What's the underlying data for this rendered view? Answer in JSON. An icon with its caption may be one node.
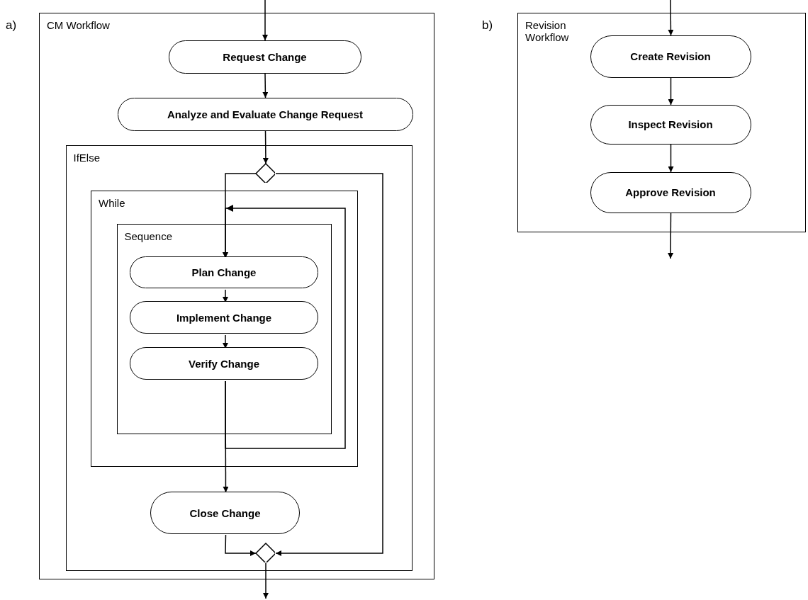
{
  "diagram": {
    "nodes": [
      {
        "text": [
          "CM Workflow"
        ]
      },
      {
        "text": [
          "Request Change"
        ],
        "in": 0
      },
      {
        "text": [
          "Analyze and Evaluate Change Request"
        ],
        "in": 0
      },
      {
        "text": [
          "IfElse"
        ],
        "in": 0
      },
      {
        "text": [],
        "shape": "diamond",
        "in": 3
      },
      {
        "text": [
          "While"
        ],
        "in": 3
      },
      {
        "text": [
          "Sequence"
        ],
        "in": 5
      },
      {
        "text": [
          "Plan Change"
        ],
        "in": 6
      },
      {
        "text": [
          "Implement Change"
        ],
        "in": 6
      },
      {
        "text": [
          "Verify Change"
        ],
        "in": 6
      },
      {
        "text": [
          "Close Change"
        ],
        "in": 3
      },
      {
        "text": [],
        "shape": "diamond",
        "in": 3
      },
      {
        "text": [
          "Revision Workflow"
        ]
      },
      {
        "text": [
          "Create Revision"
        ],
        "in": 12
      },
      {
        "text": [
          "Inspect Revision"
        ],
        "in": 12
      },
      {
        "text": [
          "Approve Revision"
        ],
        "in": 12
      }
    ],
    "edges": [
      {
        "from": null,
        "to": 1,
        "arrow": "to"
      },
      {
        "from": 1,
        "to": 2,
        "arrow": "to"
      },
      {
        "from": 2,
        "to": 4,
        "arrow": "to"
      },
      {
        "from": 4,
        "to": 7,
        "arrow": "to"
      },
      {
        "from": 4,
        "to": 11,
        "arrow": "to"
      },
      {
        "from": 7,
        "to": 8,
        "arrow": "to"
      },
      {
        "from": 8,
        "to": 9,
        "arrow": "to"
      },
      {
        "from": 9,
        "to": 7,
        "arrow": "to"
      },
      {
        "from": 9,
        "to": 10,
        "arrow": "to"
      },
      {
        "from": 10,
        "to": 11,
        "arrow": "to"
      },
      {
        "from": 11,
        "to": null,
        "arrow": "to"
      },
      {
        "from": null,
        "to": 13,
        "arrow": "to"
      },
      {
        "from": 13,
        "to": 14,
        "arrow": "to"
      },
      {
        "from": 14,
        "to": 15,
        "arrow": "to"
      },
      {
        "from": 15,
        "to": null,
        "arrow": "to"
      }
    ],
    "labels": [
      "a)",
      "b)"
    ]
  }
}
